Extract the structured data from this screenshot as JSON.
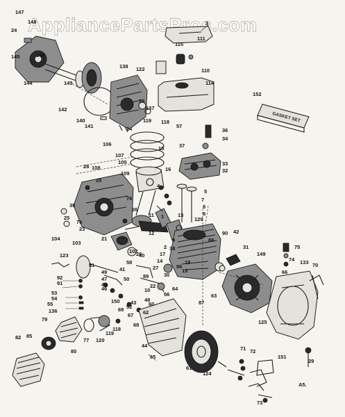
{
  "watermark": "AppliancePartsPros.com",
  "gasket_set_label": "GASKET SET",
  "corner_mark": "A5.",
  "callouts": [
    "147",
    "148",
    "24",
    "146",
    "145",
    "144",
    "143",
    "142",
    "138",
    "140",
    "141",
    "39",
    "137",
    "24",
    "122",
    "115",
    "110",
    "111",
    "114",
    "3",
    "152",
    "119",
    "118",
    "57",
    "36",
    "34",
    "37",
    "33",
    "32",
    "106",
    "108",
    "107",
    "15",
    "109",
    "105",
    "16",
    "28",
    "25",
    "4",
    "5",
    "7",
    "8",
    "6",
    "35",
    "76",
    "25",
    "76",
    "23",
    "26",
    "11",
    "13",
    "129",
    "1",
    "42",
    "21",
    "102",
    "12",
    "20",
    "104",
    "103",
    "123",
    "51",
    "92",
    "91",
    "53",
    "54",
    "55",
    "136",
    "79",
    "85",
    "82",
    "77",
    "80",
    "120",
    "119",
    "118",
    "49",
    "47",
    "45",
    "46",
    "50",
    "43",
    "52",
    "48",
    "58",
    "40",
    "41",
    "44",
    "65",
    "61",
    "124",
    "71",
    "72",
    "151",
    "73",
    "63",
    "87",
    "31",
    "149",
    "74",
    "75",
    "133",
    "70",
    "66",
    "125",
    "29",
    "27",
    "30",
    "22",
    "10",
    "9",
    "17",
    "18",
    "19",
    "38",
    "14",
    "2",
    "86",
    "88",
    "90",
    "89",
    "56",
    "62",
    "64",
    "60",
    "67",
    "68",
    "69",
    "150"
  ]
}
